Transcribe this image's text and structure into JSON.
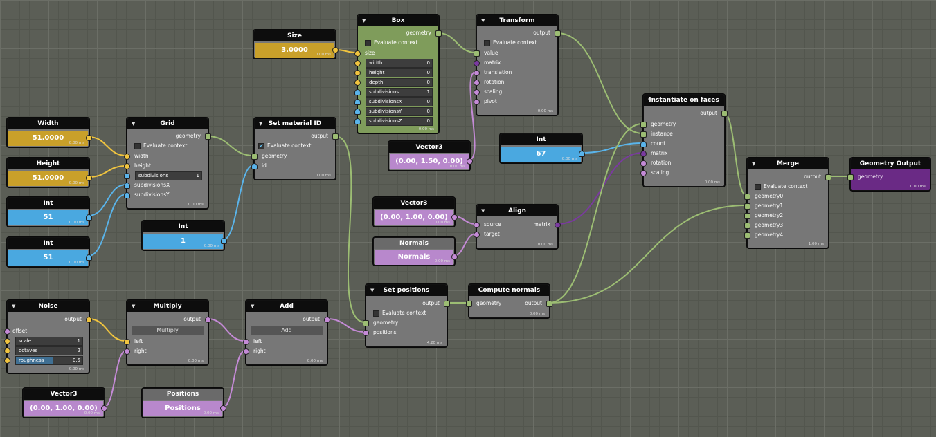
{
  "colors": {
    "geometry": "#9cbd73",
    "number": "#f0c43f",
    "int": "#5ab4ea",
    "vector": "#c48ad6",
    "matrix": "#7a3aa0",
    "box_body": "#7f9c5b",
    "geo_out_body": "#6a2a85"
  },
  "nodes": {
    "size": {
      "title": "Size",
      "value": "3.0000",
      "ms": "0.00 ms"
    },
    "box": {
      "title": "Box",
      "output": "geometry",
      "evaluate": "Evaluate context",
      "input": "size",
      "fields": [
        {
          "name": "width",
          "value": "0"
        },
        {
          "name": "height",
          "value": "0"
        },
        {
          "name": "depth",
          "value": "0"
        },
        {
          "name": "subdivisions",
          "value": "1"
        },
        {
          "name": "subdivisionsX",
          "value": "0"
        },
        {
          "name": "subdivisionsY",
          "value": "0"
        },
        {
          "name": "subdivisionsZ",
          "value": "0"
        }
      ],
      "ms": "0.00 ms"
    },
    "transform": {
      "title": "Transform",
      "output": "output",
      "evaluate": "Evaluate context",
      "inputs": [
        "value",
        "matrix",
        "translation",
        "rotation",
        "scaling",
        "pivot"
      ],
      "ms": "0.00 ms"
    },
    "width": {
      "title": "Width",
      "value": "51.0000",
      "ms": "0.00 ms"
    },
    "height": {
      "title": "Height",
      "value": "51.0000",
      "ms": "0.00 ms"
    },
    "int1": {
      "title": "Int",
      "value": "51",
      "ms": "0.00 ms"
    },
    "int2": {
      "title": "Int",
      "value": "51",
      "ms": "0.00 ms"
    },
    "grid": {
      "title": "Grid",
      "output": "geometry",
      "evaluate": "Evaluate context",
      "inputs": [
        "width",
        "height"
      ],
      "field": {
        "name": "subdivisions",
        "value": "1"
      },
      "inputs2": [
        "subdivisionsX",
        "subdivisionsY"
      ],
      "ms": "0.00 ms"
    },
    "setmat": {
      "title": "Set material ID",
      "output": "output",
      "evaluate": "Evaluate context",
      "inputs": [
        "geometry",
        "id"
      ],
      "ms": "0.00 ms"
    },
    "int3": {
      "title": "Int",
      "value": "1",
      "ms": "0.00 ms"
    },
    "vec3a": {
      "title": "Vector3",
      "value": "(0.00, 1.50, 0.00)",
      "ms": "0.00 ms"
    },
    "int4": {
      "title": "Int",
      "value": "67",
      "ms": "0.00 ms"
    },
    "inst": {
      "title": "Instantiate on faces",
      "output": "output",
      "inputs": [
        "geometry",
        "instance",
        "count",
        "matrix",
        "rotation",
        "scaling"
      ],
      "ms": "0.00 ms"
    },
    "vec3b": {
      "title": "Vector3",
      "value": "(0.00, 1.00, 0.00)",
      "ms": "0.00 ms"
    },
    "normals": {
      "title": "Normals",
      "value": "Normals",
      "ms": "0.00 ms"
    },
    "align": {
      "title": "Align",
      "output": "matrix",
      "inputs": [
        "source",
        "target"
      ],
      "ms": "0.00 ms"
    },
    "merge": {
      "title": "Merge",
      "output": "output",
      "evaluate": "Evaluate context",
      "inputs": [
        "geometry0",
        "geometry1",
        "geometry2",
        "geometry3",
        "geometry4"
      ],
      "ms": "1.00 ms"
    },
    "geoout": {
      "title": "Geometry Output",
      "input": "geometry",
      "ms": "0.00 ms"
    },
    "noise": {
      "title": "Noise",
      "output": "output",
      "input": "offset",
      "fields": [
        {
          "name": "scale",
          "value": "1"
        },
        {
          "name": "octaves",
          "value": "2"
        },
        {
          "name": "roughness",
          "value": "0.5"
        }
      ],
      "ms": "0.00 ms"
    },
    "multiply": {
      "title": "Multiply",
      "output": "output",
      "op": "Multiply",
      "inputs": [
        "left",
        "right"
      ],
      "ms": "0.00 ms"
    },
    "add": {
      "title": "Add",
      "output": "output",
      "op": "Add",
      "inputs": [
        "left",
        "right"
      ],
      "ms": "0.00 ms"
    },
    "setpos": {
      "title": "Set positions",
      "output": "output",
      "evaluate": "Evaluate context",
      "inputs": [
        "geometry",
        "positions"
      ],
      "ms": "4.20 ms"
    },
    "compnorm": {
      "title": "Compute normals",
      "output": "output",
      "input": "geometry",
      "ms": "0.00 ms"
    },
    "vec3c": {
      "title": "Vector3",
      "value": "(0.00, 1.00, 0.00)",
      "ms": "0.00 ms"
    },
    "positions": {
      "title": "Positions",
      "value": "Positions",
      "ms": "0.00 ms"
    }
  }
}
